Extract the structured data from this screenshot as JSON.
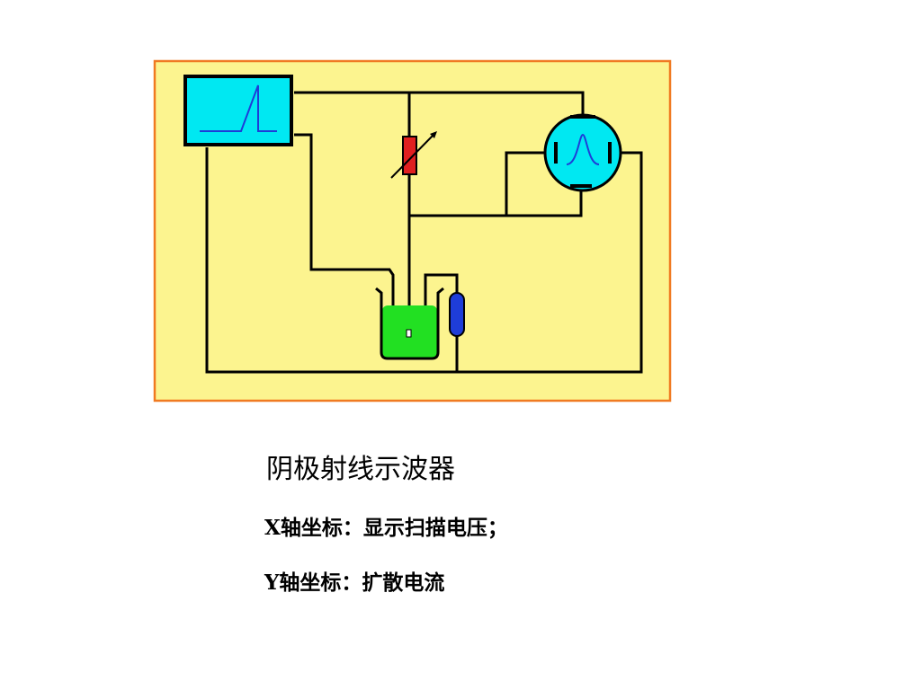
{
  "diagram": {
    "colors": {
      "panel_bg": "#FCF48F",
      "panel_border": "#F07A22",
      "box": "#00E8F2",
      "wire": "#000000",
      "signal_trace": "#1E3DD8",
      "resistor": "#E02020",
      "electrolyte": "#22E022",
      "reference_electrode": "#1E3DD8",
      "scope": "#00E8F2"
    },
    "icons": [
      "ramp-generator-icon",
      "variable-resistor-icon",
      "oscilloscope-icon",
      "electrolytic-cell-icon",
      "reference-electrode-icon"
    ]
  },
  "captions": {
    "title": "阴极射线示波器",
    "x_axis": "X轴坐标：显示扫描电压；",
    "y_axis": "Y轴坐标：扩散电流"
  }
}
